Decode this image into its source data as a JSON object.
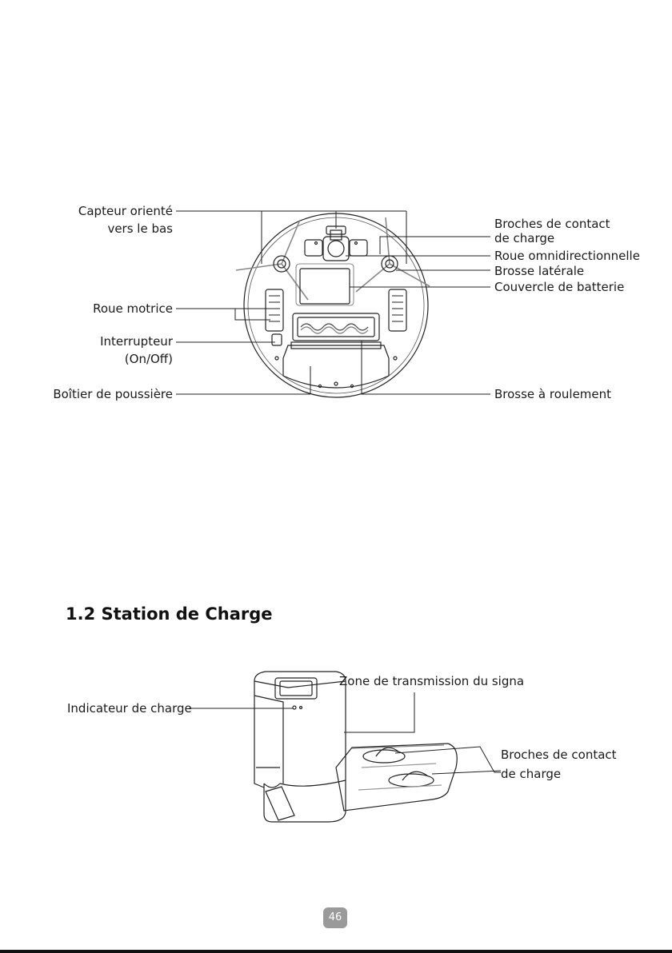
{
  "bottom_view": {
    "left_labels": {
      "capteur_line1": "Capteur orienté",
      "capteur_line2": "vers le bas",
      "roue_motrice": "Roue motrice",
      "interrupteur_line1": "Interrupteur",
      "interrupteur_line2": "(On/Off)",
      "boitier": "Boîtier de poussière"
    },
    "right_labels": {
      "broches_line1": "Broches de contact",
      "broches_line2": "de charge",
      "roue_omni": "Roue omnidirectionnelle",
      "brosse_laterale": "Brosse latérale",
      "couvercle": "Couvercle de batterie",
      "brosse_roulement": "Brosse à roulement"
    }
  },
  "section": {
    "title": "1.2 Station de Charge"
  },
  "station_view": {
    "zone": "Zone de transmission du signa",
    "indicateur": "Indicateur de charge",
    "broches_line1": "Broches de contact",
    "broches_line2": "de charge"
  },
  "page": {
    "number": "46"
  }
}
